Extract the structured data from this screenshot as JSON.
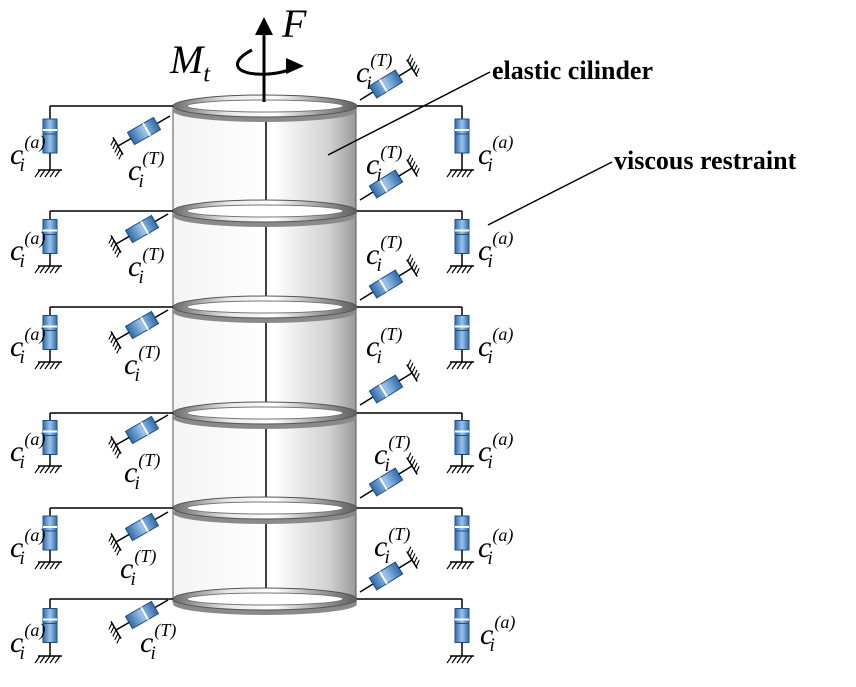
{
  "force_label": "F",
  "moment_label": "M",
  "moment_subscript": "t",
  "callouts": {
    "elastic": "elastic cilinder",
    "viscous": "viscous restraint"
  },
  "coefficient": {
    "base": "c",
    "index": "i",
    "axial_superscript": "(a)",
    "torsional_superscript": "(T)"
  },
  "diagram": {
    "ring_count": 6,
    "axial_dampers_per_side": 6,
    "torsional_dampers_per_side": 6,
    "colors": {
      "cylinder": "#e6e6e6",
      "ring": "#9a9a9a",
      "damper": "#5b8fc7",
      "line": "#000000"
    }
  }
}
